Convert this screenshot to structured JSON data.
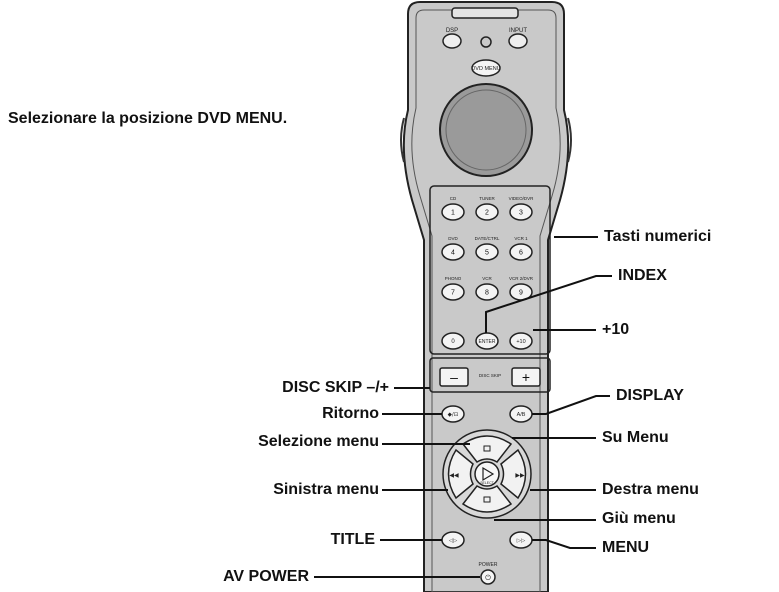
{
  "instruction": "Selezionare la posizione DVD MENU.",
  "remote": {
    "top_buttons": [
      "DSP",
      "INPUT"
    ],
    "dvd_menu_button": "DVD MENU",
    "numeric_keys": [
      {
        "label": "1",
        "caption": "CD"
      },
      {
        "label": "2",
        "caption": "TUNER"
      },
      {
        "label": "3",
        "caption": "VIDEO/DVR"
      },
      {
        "label": "4",
        "caption": "DVD"
      },
      {
        "label": "5",
        "caption": "DATE/CTRL"
      },
      {
        "label": "6",
        "caption": "VCR 1"
      },
      {
        "label": "7",
        "caption": "PHONO"
      },
      {
        "label": "8",
        "caption": "VCR"
      },
      {
        "label": "9",
        "caption": "VCR 2/DVR"
      }
    ],
    "zero_key": "0",
    "enter_key": "ENTER",
    "plus10_key": "+10",
    "disc_skip_minus": "–",
    "disc_skip_plus": "+",
    "disc_skip_label": "DISC SKIP",
    "return_key": "◆/⊡",
    "display_key": "A/B",
    "select_label": "SELECT",
    "title_key": "◁▷",
    "menu_key": "▷▷",
    "power_key": "⏻",
    "power_label": "POWER"
  },
  "callouts": {
    "numeric_keys": "Tasti numerici",
    "index": "INDEX",
    "plus10": "+10",
    "disc_skip": "DISC SKIP –/+",
    "display": "DISPLAY",
    "return": "Ritorno",
    "select_menu": "Selezione menu",
    "up_menu": "Su Menu",
    "left_menu": "Sinistra menu",
    "right_menu": "Destra menu",
    "down_menu": "Giù menu",
    "title": "TITLE",
    "menu": "MENU",
    "av_power": "AV POWER"
  }
}
